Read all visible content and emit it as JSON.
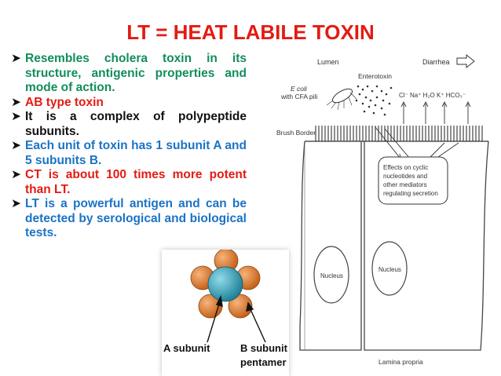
{
  "slide": {
    "title": "LT = HEAT LABILE TOXIN",
    "bullets": [
      {
        "text": "Resembles cholera toxin in its structure, antigenic properties and mode of action.",
        "color": "#118e5a"
      },
      {
        "text": "AB type toxin",
        "color": "#e31b13"
      },
      {
        "text": "It is a complex of polypeptide subunits.",
        "color": "#111111"
      },
      {
        "text": "Each unit of toxin has 1 subunit A and 5 subunits B.",
        "color": "#1a73c6"
      },
      {
        "text": "CT is about 100 times more potent than LT.",
        "color": "#e31b13"
      },
      {
        "text": "LT is a powerful antigen and can be detected by serological and biological tests.",
        "color": "#1a73c6"
      }
    ]
  },
  "cell_diagram": {
    "lumen": "Lumen",
    "diarrhea": "Diarrhea",
    "ecoli_line1": "E coli",
    "ecoli_line2": "with CFA pili",
    "enterotoxin": "Enterotoxin",
    "ions": "Cl⁻ Na⁺ H₂O  K⁺   HCO₃⁻",
    "brush_border": "Brush Border",
    "effects_lines": [
      "Effects on cyclic",
      "nucleotides and",
      "other mediators",
      "regulating secretion"
    ],
    "nucleus_left": "Nucleus",
    "nucleus_right": "Nucleus",
    "lamina_propria": "Lamina propria"
  },
  "toxin_figure": {
    "a_label": "A subunit",
    "b_label_line1": "B subunit",
    "b_label_line2": "pentamer",
    "colors": {
      "a_subunit": "#2e9fb8",
      "b_subunit": "#d9742a"
    }
  }
}
